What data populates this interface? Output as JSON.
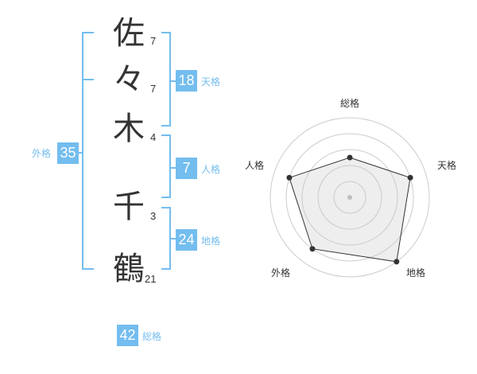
{
  "name_chars": [
    {
      "char": "佐",
      "strokes": "7"
    },
    {
      "char": "々",
      "strokes": "7"
    },
    {
      "char": "木",
      "strokes": "4"
    },
    {
      "char": "千",
      "strokes": "3"
    },
    {
      "char": "鶴",
      "strokes": "21"
    }
  ],
  "scores": {
    "tenkaku": {
      "value": "18",
      "label": "天格"
    },
    "jinkaku": {
      "value": "7",
      "label": "人格"
    },
    "chikaku": {
      "value": "24",
      "label": "地格"
    },
    "gaikaku": {
      "value": "35",
      "label": "外格"
    },
    "soukaku": {
      "value": "42",
      "label": "総格"
    }
  },
  "colors": {
    "accent": "#73bdef",
    "text": "#333333",
    "grid": "#cccccc",
    "fill": "#eeeeee"
  },
  "chart_data": {
    "type": "radar",
    "categories": [
      "総格",
      "天格",
      "地格",
      "外格",
      "人格"
    ],
    "values": [
      2.5,
      4,
      5,
      4,
      4
    ],
    "rlim": [
      0,
      5
    ],
    "grid": true
  }
}
